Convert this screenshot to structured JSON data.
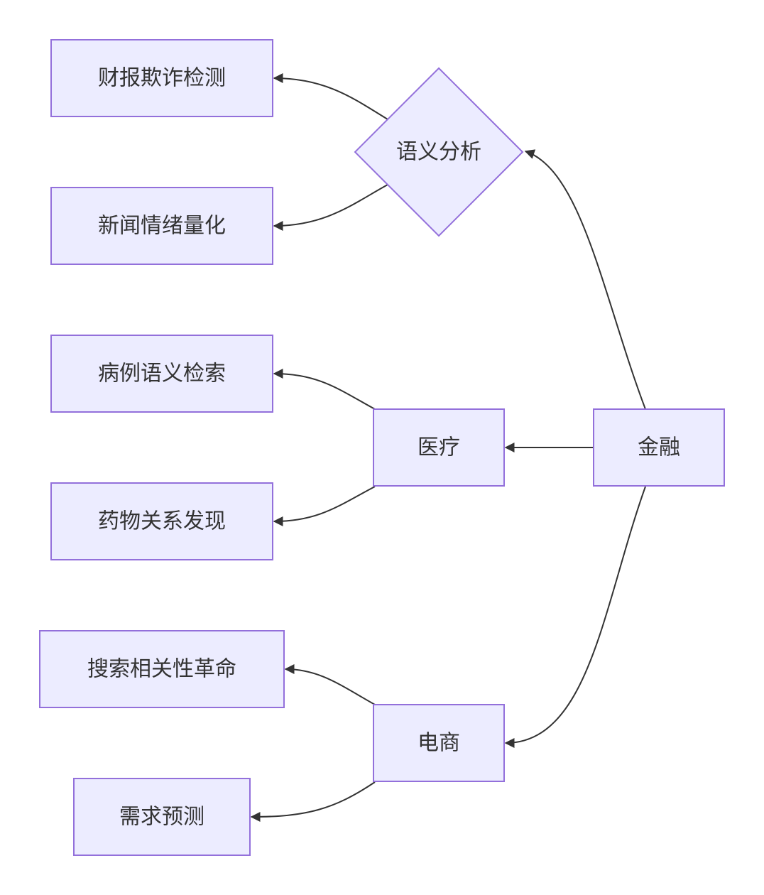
{
  "colors": {
    "node_fill": "#ECECFF",
    "node_stroke": "#9370DB",
    "edge": "#333333",
    "text": "#333333"
  },
  "nodes": {
    "finance": "金融",
    "semantic": "语义分析",
    "medical": "医疗",
    "ecommerce": "电商",
    "fraud": "财报欺诈检测",
    "sentiment": "新闻情绪量化",
    "case_search": "病例语义检索",
    "drug": "药物关系发现",
    "search": "搜索相关性革命",
    "demand": "需求预测"
  },
  "edges": [
    {
      "from": "finance",
      "to": "semantic"
    },
    {
      "from": "finance",
      "to": "medical"
    },
    {
      "from": "finance",
      "to": "ecommerce"
    },
    {
      "from": "semantic",
      "to": "fraud"
    },
    {
      "from": "semantic",
      "to": "sentiment"
    },
    {
      "from": "medical",
      "to": "case_search"
    },
    {
      "from": "medical",
      "to": "drug"
    },
    {
      "from": "ecommerce",
      "to": "search"
    },
    {
      "from": "ecommerce",
      "to": "demand"
    }
  ]
}
